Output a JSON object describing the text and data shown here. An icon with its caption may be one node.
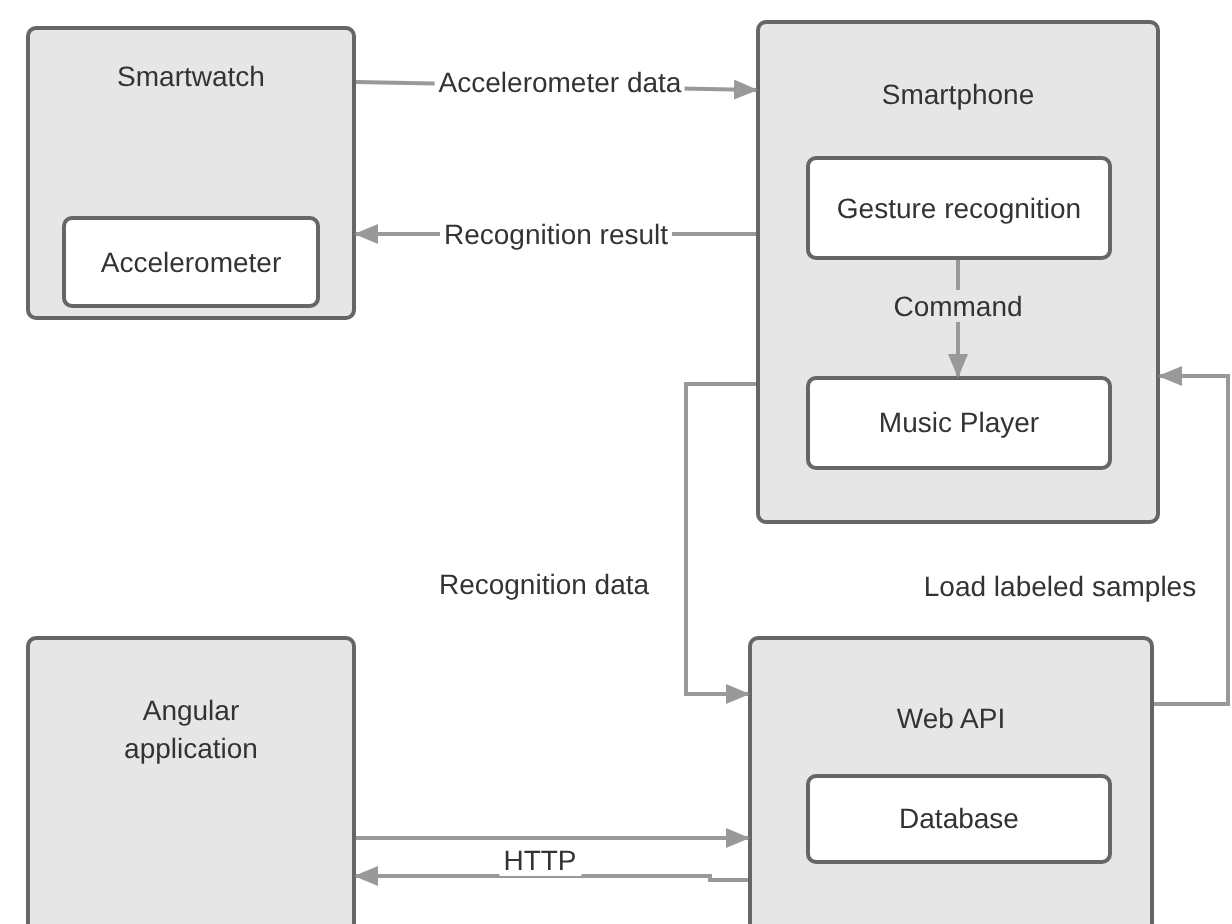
{
  "diagram": {
    "nodes": [
      {
        "text": [
          "Smartwatch"
        ]
      },
      {
        "text": [
          "Accelerometer"
        ],
        "in": 0
      },
      {
        "text": [
          "Smartphone"
        ]
      },
      {
        "text": [
          "Gesture recognition"
        ],
        "in": 2
      },
      {
        "text": [
          "Music Player"
        ],
        "in": 2
      },
      {
        "text": [
          "Angular application"
        ]
      },
      {
        "text": [
          "Web API"
        ]
      },
      {
        "text": [
          "Database"
        ],
        "in": 6
      }
    ],
    "edges": [
      {
        "from": 0,
        "to": 2,
        "arrow": "to",
        "label": "Accelerometer data"
      },
      {
        "from": 2,
        "to": 0,
        "arrow": "to",
        "label": "Recognition result"
      },
      {
        "from": 3,
        "to": 4,
        "arrow": "to",
        "label": "Command"
      },
      {
        "from": 2,
        "to": 6,
        "arrow": "to",
        "label": "Recognition data"
      },
      {
        "from": 6,
        "to": 2,
        "arrow": "to",
        "label": "Load labeled samples"
      },
      {
        "from": 5,
        "to": 6,
        "arrow": "to"
      },
      {
        "from": 6,
        "to": 5,
        "arrow": "to",
        "label": "HTTP"
      }
    ]
  }
}
